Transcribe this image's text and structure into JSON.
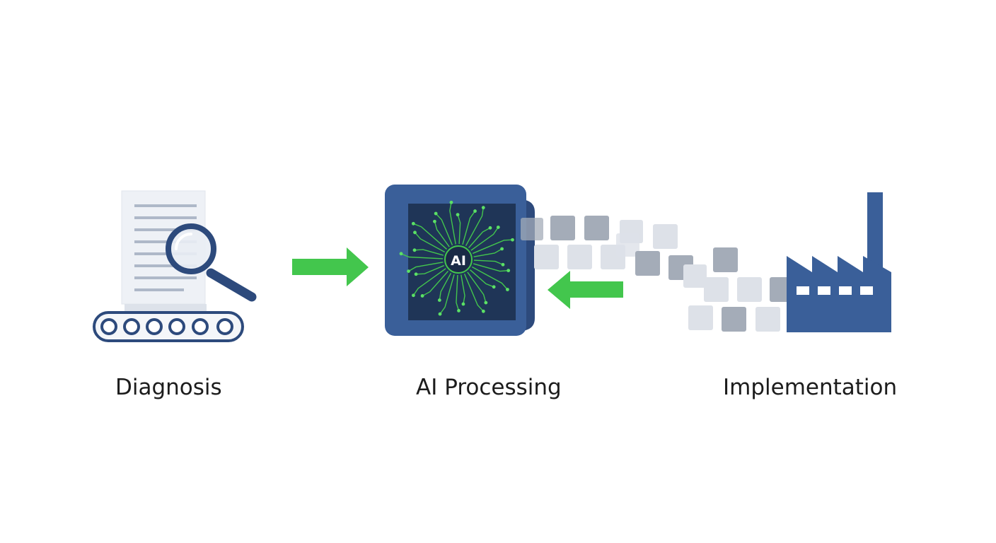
{
  "stages": [
    {
      "label": "Diagnosis",
      "icon": "document-magnifier-conveyor-icon"
    },
    {
      "label": "AI Processing",
      "icon": "ai-chip-icon",
      "chip_text": "AI"
    },
    {
      "label": "Implementation",
      "icon": "factory-icon"
    }
  ],
  "connectors": [
    {
      "from": "Diagnosis",
      "to": "AI Processing",
      "direction": "right",
      "color": "#43c64d"
    },
    {
      "from": "Implementation",
      "to": "AI Processing",
      "direction": "left",
      "color": "#43c64d"
    }
  ],
  "colors": {
    "primary": "#3a5f99",
    "primary_dark": "#2d4a7c",
    "accent": "#43c64d",
    "chip_background": "#1f3557",
    "paper": "#eef1f6",
    "paper_lines": "#aeb8c8",
    "pixel_dark": "#a4acb8",
    "pixel_light": "#dde1e8",
    "text": "#1c1c1c"
  }
}
